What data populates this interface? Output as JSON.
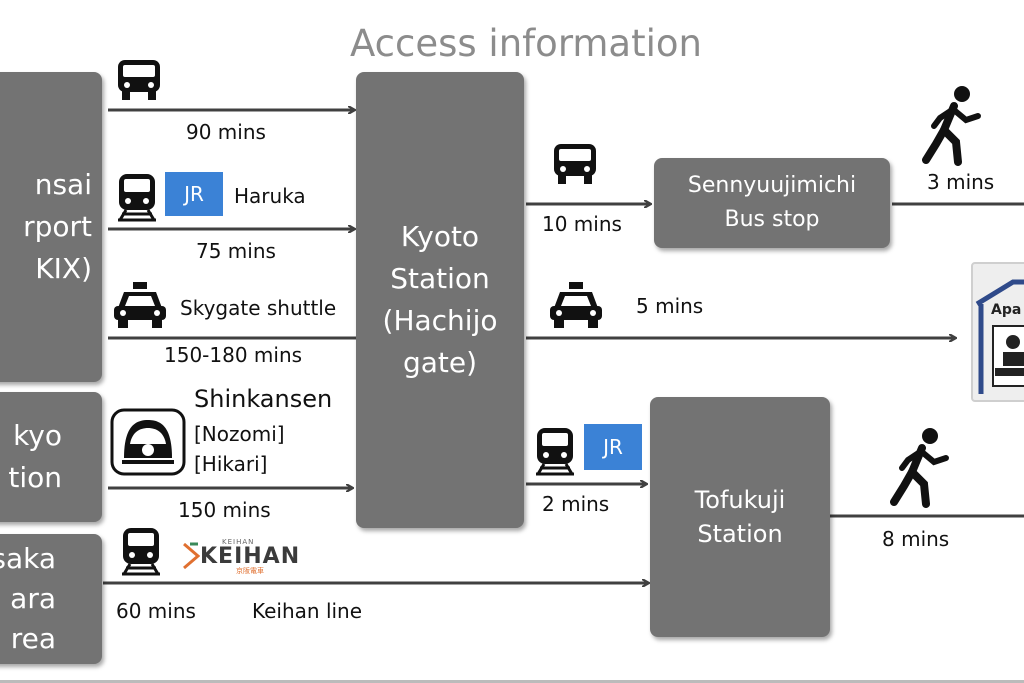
{
  "title": "Access information",
  "nodes": {
    "kansai": [
      "nsai",
      "rport",
      "KIX)"
    ],
    "tokyo": [
      "kyo",
      "tion"
    ],
    "osaka": [
      "saka",
      "ara",
      "rea"
    ],
    "kyoto": [
      "Kyoto",
      "Station",
      "(Hachijo",
      "gate)"
    ],
    "busstop": [
      "Sennyuujimichi",
      "Bus stop"
    ],
    "tofukuji": [
      "Tofukuji",
      "Station"
    ],
    "apartment": "Apa"
  },
  "routes": {
    "bus_to_kyoto": {
      "time": "90 mins"
    },
    "jr_to_kyoto": {
      "badge": "JR",
      "name": "Haruka",
      "time": "75 mins"
    },
    "shuttle_to_kyoto": {
      "name": "Skygate shuttle",
      "time": "150-180 mins"
    },
    "shinkansen": {
      "name": "Shinkansen",
      "services": [
        "[Nozomi]",
        "[Hikari]"
      ],
      "time": "150 mins"
    },
    "keihan": {
      "logo": "KEIHAN",
      "logo_small_top": "KEIHAN",
      "logo_small_bottom": "京阪電車",
      "time": "60 mins",
      "line": "Keihan line"
    },
    "kyoto_bus": {
      "time": "10 mins"
    },
    "kyoto_taxi": {
      "time": "5 mins"
    },
    "kyoto_jr": {
      "badge": "JR",
      "time": "2 mins"
    },
    "walk_from_busstop": {
      "time": "3 mins"
    },
    "walk_from_tofukuji": {
      "time": "8 mins"
    }
  },
  "icons": [
    "bus-icon",
    "train-icon",
    "taxi-icon",
    "shinkansen-icon",
    "walking-person-icon",
    "apartment-icon",
    "keihan-logo"
  ],
  "colors": {
    "box": "#737373",
    "jr_badge": "#3b82d6",
    "title": "#8c8c8c",
    "arrow": "#404040"
  }
}
